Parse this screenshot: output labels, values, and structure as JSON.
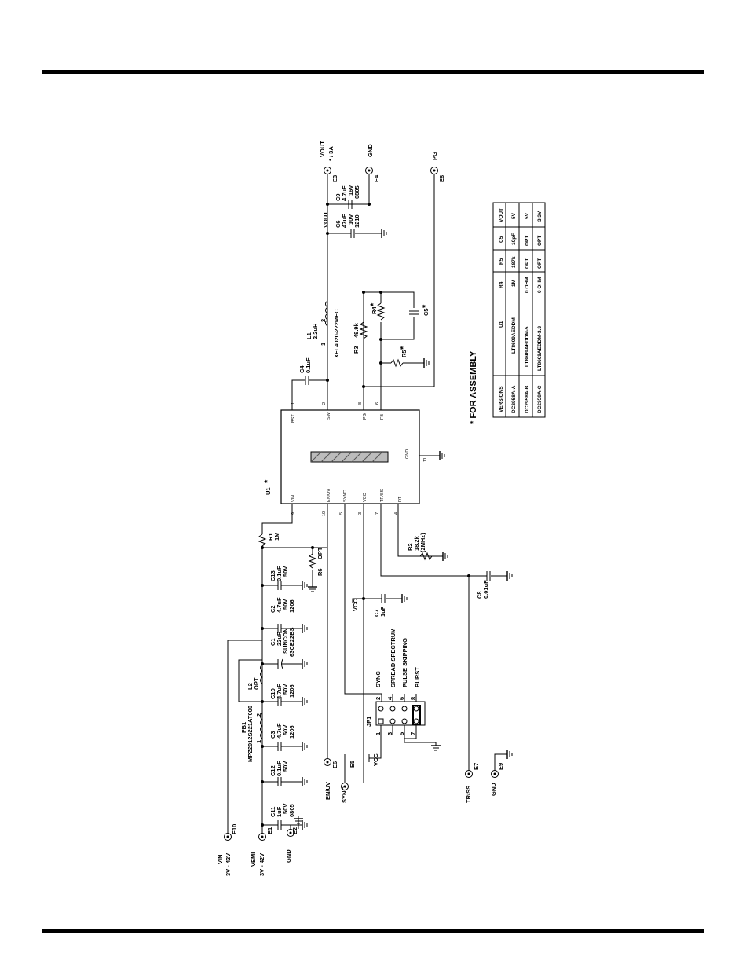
{
  "vout_term": {
    "line1": "VOUT",
    "line2": "* / 3A",
    "ref": "E3"
  },
  "gnd_e4": {
    "label": "GND",
    "ref": "E4"
  },
  "pg_term": {
    "label": "PG",
    "ref": "E8"
  },
  "vout_net": "VOUT",
  "c9": {
    "ref": "C9",
    "val": "4.7uF",
    "v": "16V",
    "pkg": "0805"
  },
  "c6": {
    "ref": "C6",
    "val": "47uF",
    "v": "10V",
    "pkg": "1210"
  },
  "l1": {
    "ref": "L1",
    "val": "2.2uH",
    "part": "XFL4020-222MEC",
    "p1": "1",
    "p2": "2"
  },
  "c4": {
    "ref": "C4",
    "val": "0.1uF"
  },
  "r3": {
    "ref": "R3",
    "val": "49.9k"
  },
  "r4": {
    "ref": "R4",
    "star": "*"
  },
  "r5": {
    "ref": "R5",
    "star": "*"
  },
  "c5": {
    "ref": "C5",
    "star": "*"
  },
  "u1": {
    "ref": "U1",
    "star": "*",
    "pins_top": [
      {
        "name": "BST",
        "num": "1"
      },
      {
        "name": "SW",
        "num": "2"
      },
      {
        "name": "PG",
        "num": "8"
      },
      {
        "name": "FB",
        "num": "6"
      }
    ],
    "pins_bottom": [
      {
        "name": "VIN",
        "num": "9"
      },
      {
        "name": "EN/UV",
        "num": "10"
      },
      {
        "name": "SYNC",
        "num": "5"
      },
      {
        "name": "VCC",
        "num": "3"
      },
      {
        "name": "TR/SS",
        "num": "7"
      },
      {
        "name": "RT",
        "num": "4"
      }
    ],
    "gnd_pin": {
      "name": "GND",
      "num": "11"
    }
  },
  "r1": {
    "ref": "R1",
    "val": "1M"
  },
  "r6": {
    "ref": "R6",
    "val": "OPT"
  },
  "r2": {
    "ref": "R2",
    "val": "18.2k",
    "note": "(2MHz)"
  },
  "c8": {
    "ref": "C8",
    "val": "0.01uF"
  },
  "vcc_net": "VCC",
  "c7": {
    "ref": "C7",
    "val": "1uF"
  },
  "c13": {
    "ref": "C13",
    "val": "0.1uF",
    "v": "50V"
  },
  "c2": {
    "ref": "C2",
    "val": "4.7uF",
    "v": "50V",
    "pkg": "1206"
  },
  "c1": {
    "ref": "C1",
    "val": "22uF",
    "mfr": "SUNCON",
    "part": "63CE22BS"
  },
  "l2": {
    "ref": "L2",
    "val": "OPT"
  },
  "c10": {
    "ref": "C10",
    "val": "4.7uF",
    "v": "50V",
    "pkg": "1206"
  },
  "fb1": {
    "ref": "FB1",
    "part": "MPZ2012S221AT000",
    "p1": "1",
    "p2": "2"
  },
  "c3": {
    "ref": "C3",
    "val": "4.7uF",
    "v": "50V",
    "pkg": "1206"
  },
  "c12": {
    "ref": "C12",
    "val": "0.1uF",
    "v": "50V"
  },
  "c11": {
    "ref": "C11",
    "val": "1uF",
    "v": "50V",
    "pkg": "0805"
  },
  "jp1": {
    "ref": "JP1",
    "labels": [
      "SYNC",
      "SPREAD SPECTRUM",
      "PULSE SKIPPING",
      "BURST"
    ],
    "pins_top": [
      "2",
      "4",
      "6",
      "8"
    ],
    "pins_bottom": [
      "1",
      "3",
      "5",
      "7"
    ],
    "vcc": "VCC"
  },
  "terms": [
    {
      "label": "VIN",
      "sub": "3V - 42V",
      "ref": "E10"
    },
    {
      "label": "VEMI",
      "sub": "3V - 42V",
      "ref": "E1"
    },
    {
      "label": "GND",
      "sub": "",
      "ref": "E2"
    },
    {
      "label": "EN/UV",
      "sub": "",
      "ref": "E6"
    },
    {
      "label": "SYNC",
      "sub": "",
      "ref": "E5"
    },
    {
      "label": "TR/SS",
      "sub": "",
      "ref": "E7"
    },
    {
      "label": "GND",
      "sub": "",
      "ref": "E9"
    }
  ],
  "assembly_note": "* FOR ASSEMBLY",
  "table": {
    "headers": [
      "VERSIONS",
      "U1",
      "R4",
      "R5",
      "C5",
      "VOUT"
    ],
    "rows": [
      [
        "DC2958A-A",
        "LT8609AEDDM",
        "1M",
        "187k",
        "10pF",
        "5V"
      ],
      [
        "DC2958A-B",
        "LT8609AEDDM-5",
        "0 OHM",
        "OPT",
        "OPT",
        "5V"
      ],
      [
        "DC2958A-C",
        "LT8609AEDDM-3.3",
        "0 OHM",
        "OPT",
        "OPT",
        "3.3V"
      ]
    ]
  }
}
